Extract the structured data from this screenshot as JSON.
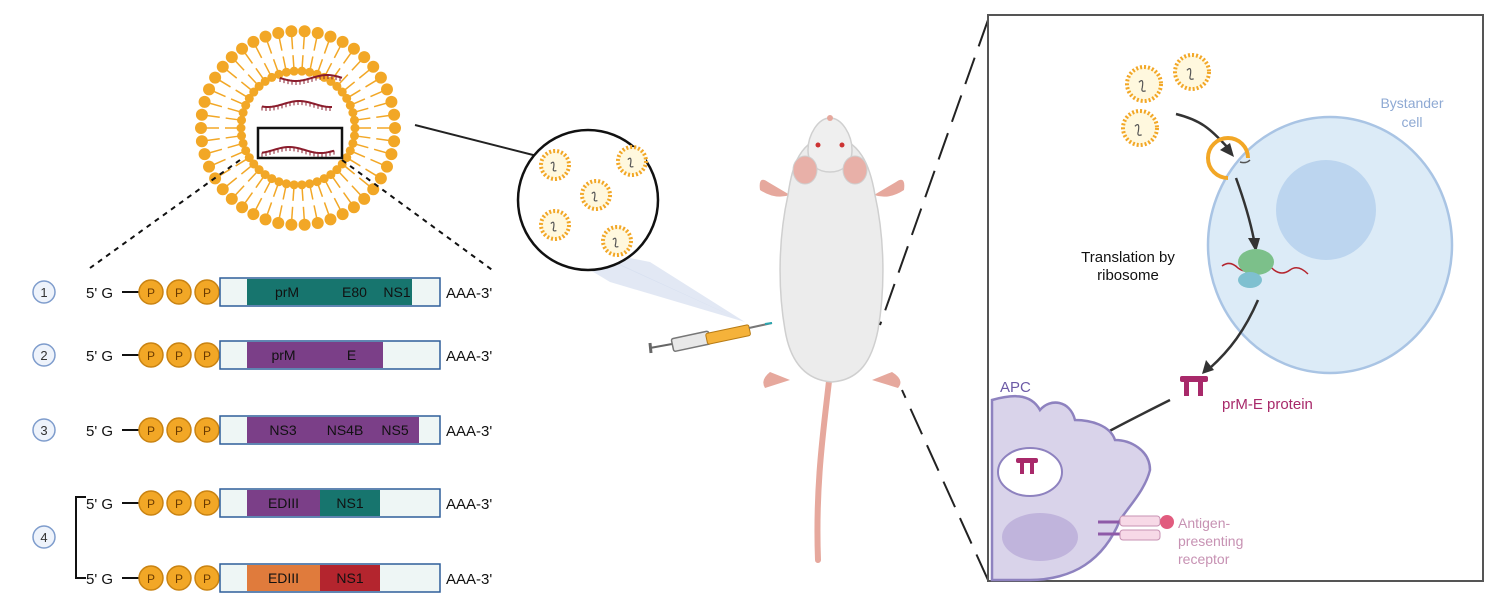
{
  "constructs": [
    {
      "number": "1",
      "prefix": "5' G",
      "caps": [
        "P",
        "P",
        "P"
      ],
      "segments": [
        {
          "label": "prM",
          "color": "#17756e"
        },
        {
          "label": "E80",
          "color": "#17756e"
        },
        {
          "label": "NS1",
          "color": "#17756e"
        }
      ],
      "suffix": "AAA-3'"
    },
    {
      "number": "2",
      "prefix": "5' G",
      "caps": [
        "P",
        "P",
        "P"
      ],
      "segments": [
        {
          "label": "prM",
          "color": "#7b3f88"
        },
        {
          "label": "E",
          "color": "#7b3f88"
        }
      ],
      "suffix": "AAA-3'"
    },
    {
      "number": "3",
      "prefix": "5' G",
      "caps": [
        "P",
        "P",
        "P"
      ],
      "segments": [
        {
          "label": "NS3",
          "color": "#7b3f88"
        },
        {
          "label": "NS4B",
          "color": "#7b3f88"
        },
        {
          "label": "NS5",
          "color": "#7b3f88"
        }
      ],
      "suffix": "AAA-3'"
    },
    {
      "number": "4",
      "prefix": "5' G",
      "caps": [
        "P",
        "P",
        "P"
      ],
      "segments": [
        {
          "label": "EDIII",
          "color": "#7b3f88"
        },
        {
          "label": "NS1",
          "color": "#17756e"
        }
      ],
      "suffix": "AAA-3'"
    },
    {
      "number": "",
      "prefix": "5' G",
      "caps": [
        "P",
        "P",
        "P"
      ],
      "segments": [
        {
          "label": "EDIII",
          "color": "#e07b3c"
        },
        {
          "label": "NS1",
          "color": "#b4252e"
        }
      ],
      "suffix": "AAA-3'"
    }
  ],
  "panel": {
    "bystander_cell": "Bystander\ncell",
    "translation": "Translation by\nribosome",
    "protein": "prM-E protein",
    "apc": "APC",
    "receptor": "Antigen-\npresenting\nreceptor"
  },
  "colors": {
    "lipid": "#f2a726",
    "rna": "#8a1c2c",
    "cell": "#dcebf7",
    "apc": "#d9d3ea",
    "protein": "#a8296a",
    "construct_border": "#2f5f9a"
  }
}
